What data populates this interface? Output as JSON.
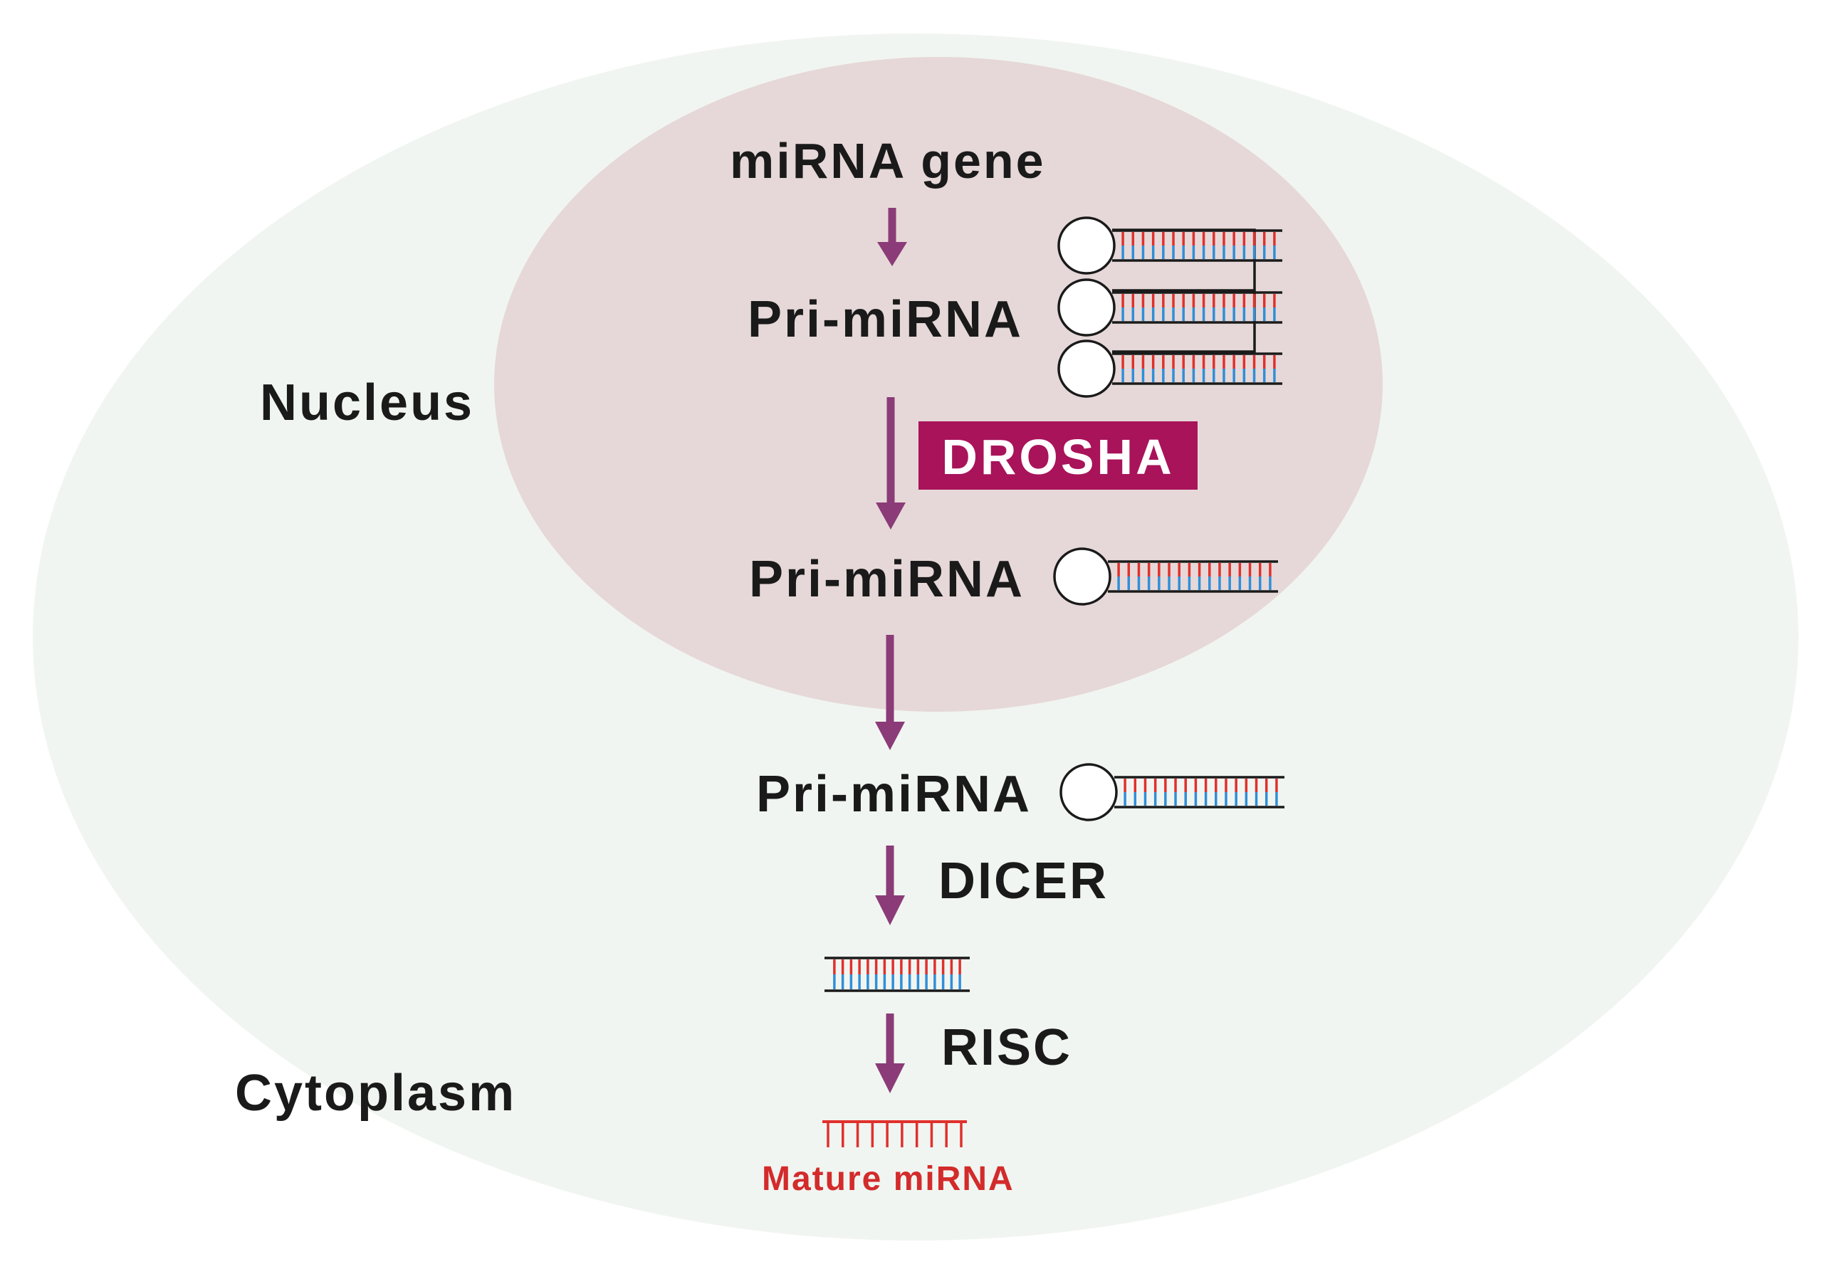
{
  "regions": {
    "nucleus_label": "Nucleus",
    "cytoplasm_label": "Cytoplasm"
  },
  "steps": {
    "gene_label": "miRNA gene",
    "pri_label_1": "Pri-miRNA",
    "enzyme_drosha": "DROSHA",
    "pri_label_2": "Pri-miRNA",
    "pri_label_3": "Pri-miRNA",
    "enzyme_dicer": "DICER",
    "enzyme_risc": "RISC",
    "mature_label": "Mature miRNA"
  },
  "colors": {
    "cytoplasm_fill": "#f1f5f1",
    "nucleus_fill": "#e6d8d8",
    "arrow": "#8b3b78",
    "drosha_box": "#a8135a",
    "drosha_text": "#ffffff",
    "label_text": "#1a1a1a",
    "mature_text": "#d32b2b",
    "base_red": "#e0302c",
    "base_blue": "#2f8fd8"
  }
}
